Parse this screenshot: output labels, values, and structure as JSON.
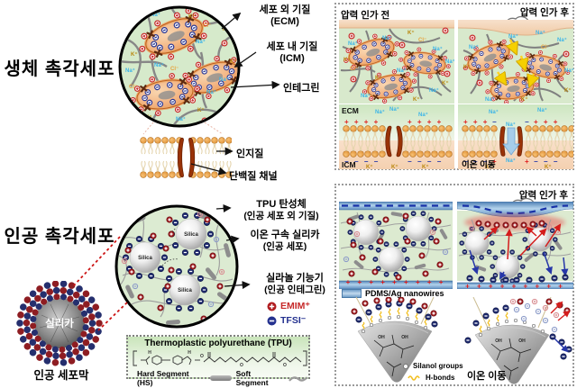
{
  "colors": {
    "ion_plus": "#c62828",
    "ion_minus": "#24318f",
    "na": "#3db5e8",
    "k": "#b8860b",
    "cl": "#e8a33d",
    "electrode": "#6f9cc8",
    "hbond": "#f2c023"
  },
  "ions": {
    "na": "Na⁺",
    "k": "K⁺",
    "cl": "Cl⁻"
  },
  "signs": {
    "plus4": "+ + + +",
    "minus4": "− − − −",
    "plus3": "+ + +",
    "minus3": "− − −",
    "plus1": "+",
    "minus1": "−",
    "plus9": "+ + + + + + + + +"
  },
  "bio": {
    "title": "생체 촉각세포",
    "ecm_label": "세포 외 기질",
    "ecm_abbr": "(ECM)",
    "icm_label": "세포 내 기질",
    "icm_abbr": "(ICM)",
    "integrin_label": "인테그린",
    "phospholipid_label": "인지질",
    "channel_label": "단백질 채널"
  },
  "art": {
    "title": "인공 촉각세포",
    "sphere_core_label": "실리카",
    "sphere_caption": "인공 세포막",
    "tpu_label": "TPU 탄성체",
    "tpu_sub": "(인공 세포 외 기질)",
    "ion_silica_label": "이온 구속 실리카",
    "ion_silica_sub": "(인공 세포)",
    "silanol_label": "실라놀 기능기",
    "silanol_sub": "(인공 인테그린)",
    "emim": "EMIM⁺",
    "tfsi": "TFSI⁻",
    "silica": "Silica"
  },
  "tpu_box": {
    "title": "Thermoplastic polyurethane (TPU)",
    "hard": "Hard Segment (HS)",
    "soft": "Soft Segment",
    "atom_h": "H",
    "atom_o": "O"
  },
  "bio_panel": {
    "before": "압력 인가 전",
    "after": "압력 인가 후",
    "ecm": "ECM",
    "icm": "ICM",
    "ion_move": "이온 이동"
  },
  "art_panel": {
    "after": "압력 인가 후",
    "pdms": "PDMS/Ag nanowires",
    "silanol": "Silanol groups",
    "hbonds": "H-bonds",
    "ion_move": "이온 이동",
    "oh": "OH"
  }
}
